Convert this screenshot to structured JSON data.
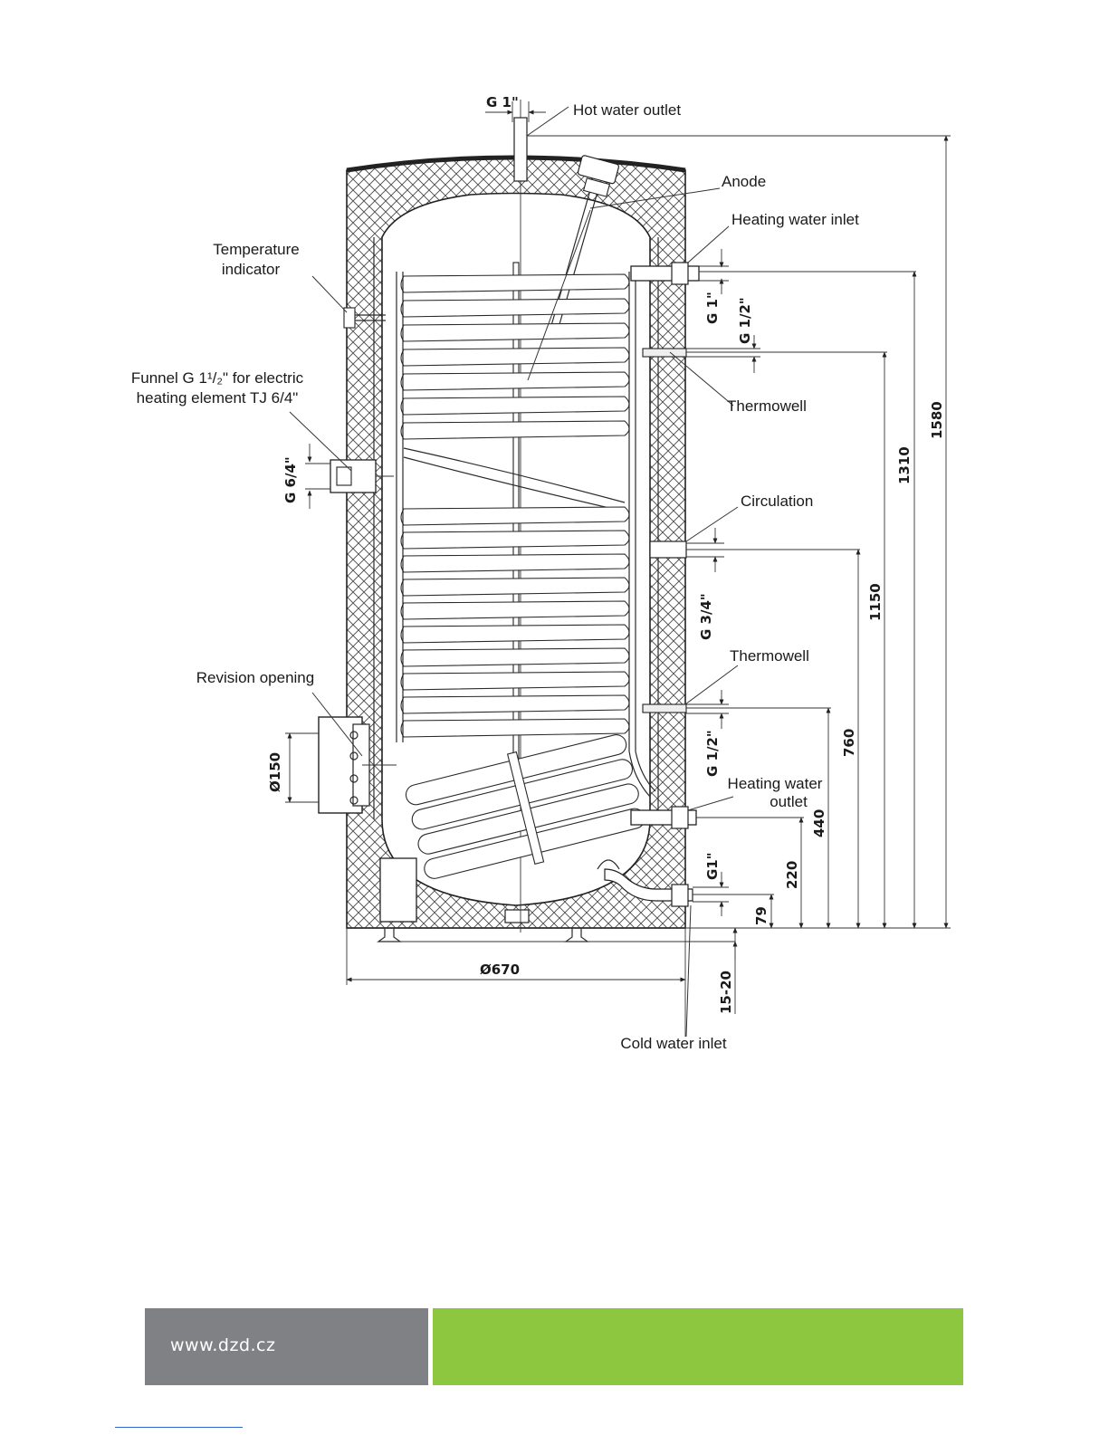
{
  "labels": {
    "hot_water_outlet": "Hot water outlet",
    "anode": "Anode",
    "heating_water_inlet": "Heating water inlet",
    "temperature_indicator_1": "Temperature",
    "temperature_indicator_2": "indicator",
    "funnel_1": "Funnel G 1¹/₂\" for electric",
    "funnel_2": "heating element TJ 6/4\"",
    "thermowell_top": "Thermowell",
    "circulation": "Circulation",
    "thermowell_bottom": "Thermowell",
    "revision_opening": "Revision opening",
    "heating_water_outlet_1": "Heating water",
    "heating_water_outlet_2": "outlet",
    "cold_water_inlet": "Cold water inlet"
  },
  "dimensions": {
    "top_connection": "G 1\"",
    "heating_inlet_thread": "G 1\"",
    "thermowell_thread_top": "G 1/2\"",
    "funnel_thread": "G 6/4\"",
    "circulation_thread": "G 3/4\"",
    "thermowell_thread_bottom": "G 1/2\"",
    "cold_inlet_thread": "G1\"",
    "revision_diameter": "Ø150",
    "tank_diameter": "Ø670",
    "feet_height": "15-20",
    "h_79": "79",
    "h_220": "220",
    "h_440": "440",
    "h_760": "760",
    "h_1150": "1150",
    "h_1310": "1310",
    "h_1580": "1580"
  },
  "footer": {
    "url": "www.dzd.cz",
    "left_color": "#808184",
    "right_color": "#8dc63f"
  }
}
